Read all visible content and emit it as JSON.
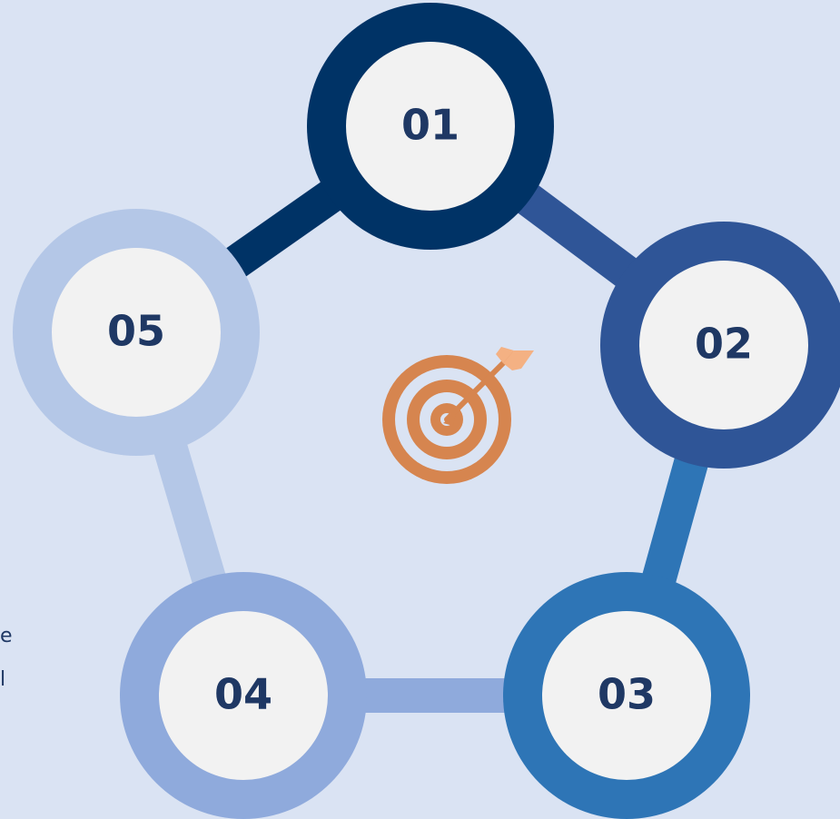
{
  "nodes": [
    {
      "id": "node-01",
      "label": "01",
      "color": "#003366"
    },
    {
      "id": "node-02",
      "label": "02",
      "color": "#2f5597"
    },
    {
      "id": "node-03",
      "label": "03",
      "color": "#2e75b6"
    },
    {
      "id": "node-04",
      "label": "04",
      "color": "#8faadc"
    },
    {
      "id": "node-05",
      "label": "05",
      "color": "#b4c7e7"
    }
  ],
  "connectors": [
    {
      "from": "node-01",
      "to": "node-02",
      "color": "#2f5597"
    },
    {
      "from": "node-02",
      "to": "node-03",
      "color": "#2e75b6"
    },
    {
      "from": "node-03",
      "to": "node-04",
      "color": "#8faadc"
    },
    {
      "from": "node-04",
      "to": "node-05",
      "color": "#b4c7e7"
    },
    {
      "from": "node-05",
      "to": "node-01",
      "color": "#003366"
    }
  ],
  "center_icon": {
    "name": "target-arrow-icon",
    "color": "#d6854f",
    "fletching_color": "#f4b183"
  },
  "inner_fill": "#f2f2f2",
  "background": "#dae3f3",
  "side_text": {
    "line1": "e",
    "line2": "l"
  }
}
